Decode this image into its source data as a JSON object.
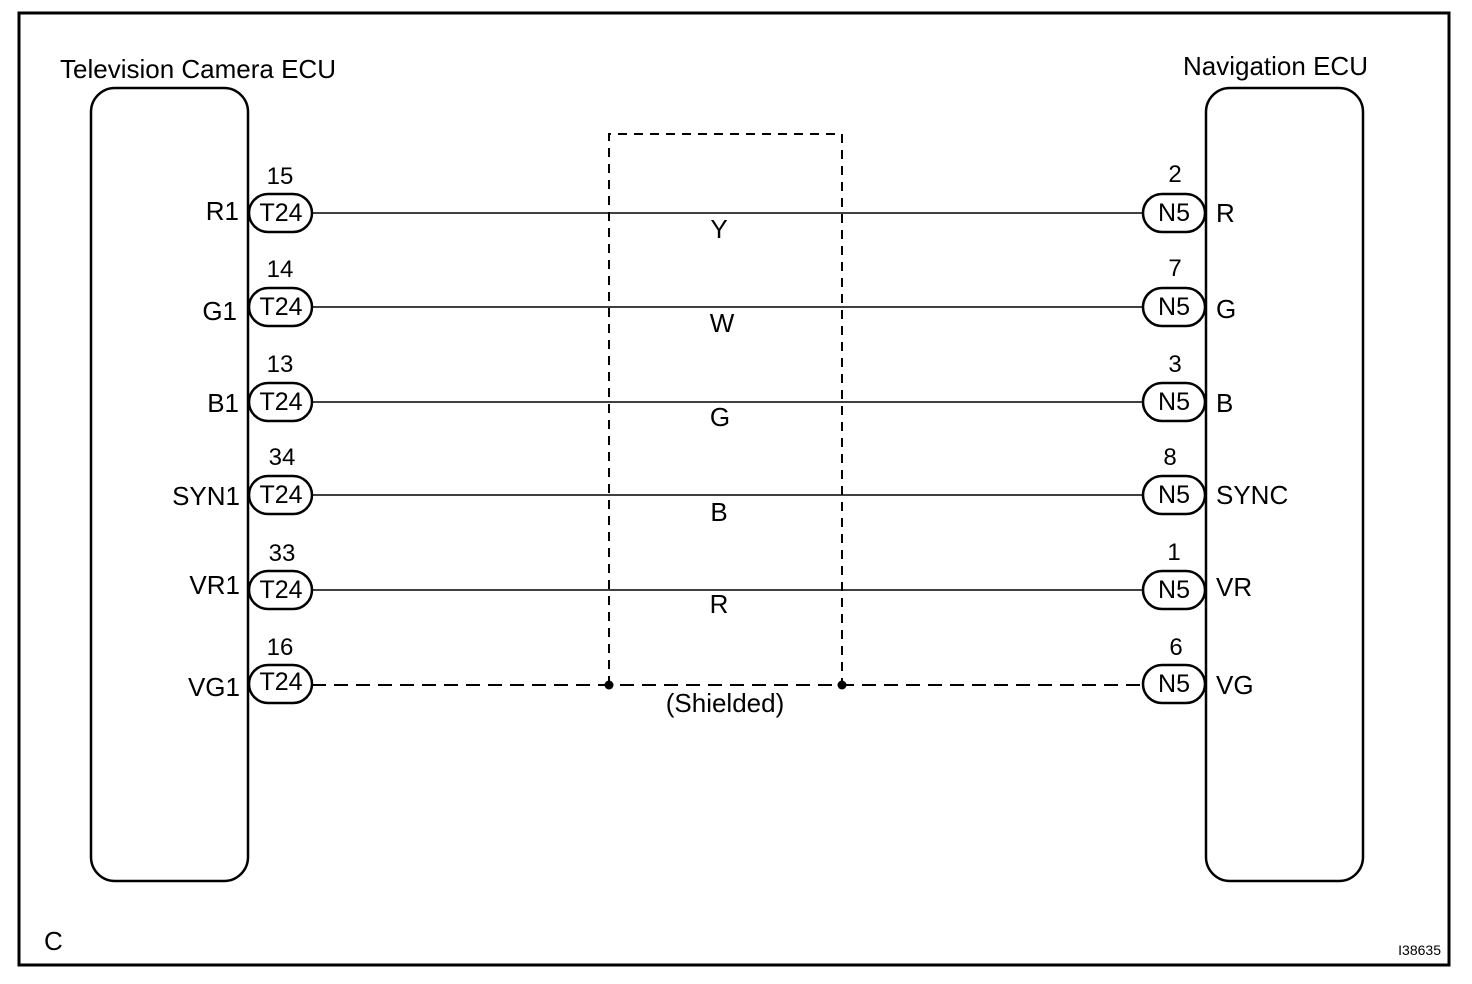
{
  "left_ecu": {
    "title": "Television Camera ECU",
    "connector": "T24",
    "pins": [
      {
        "number": "15",
        "signal": "R1"
      },
      {
        "number": "14",
        "signal": "G1"
      },
      {
        "number": "13",
        "signal": "B1"
      },
      {
        "number": "34",
        "signal": "SYN1"
      },
      {
        "number": "33",
        "signal": "VR1"
      },
      {
        "number": "16",
        "signal": "VG1"
      }
    ]
  },
  "right_ecu": {
    "title": "Navigation ECU",
    "connector": "N5",
    "pins": [
      {
        "number": "2",
        "signal": "R"
      },
      {
        "number": "7",
        "signal": "G"
      },
      {
        "number": "3",
        "signal": "B"
      },
      {
        "number": "8",
        "signal": "SYNC"
      },
      {
        "number": "1",
        "signal": "VR"
      },
      {
        "number": "6",
        "signal": "VG"
      }
    ]
  },
  "wires": [
    {
      "color_code": "Y"
    },
    {
      "color_code": "W"
    },
    {
      "color_code": "G"
    },
    {
      "color_code": "B"
    },
    {
      "color_code": "R"
    },
    {
      "color_code": ""
    }
  ],
  "shield_label": "(Shielded)",
  "corner_label": "C",
  "figure_id": "I38635"
}
